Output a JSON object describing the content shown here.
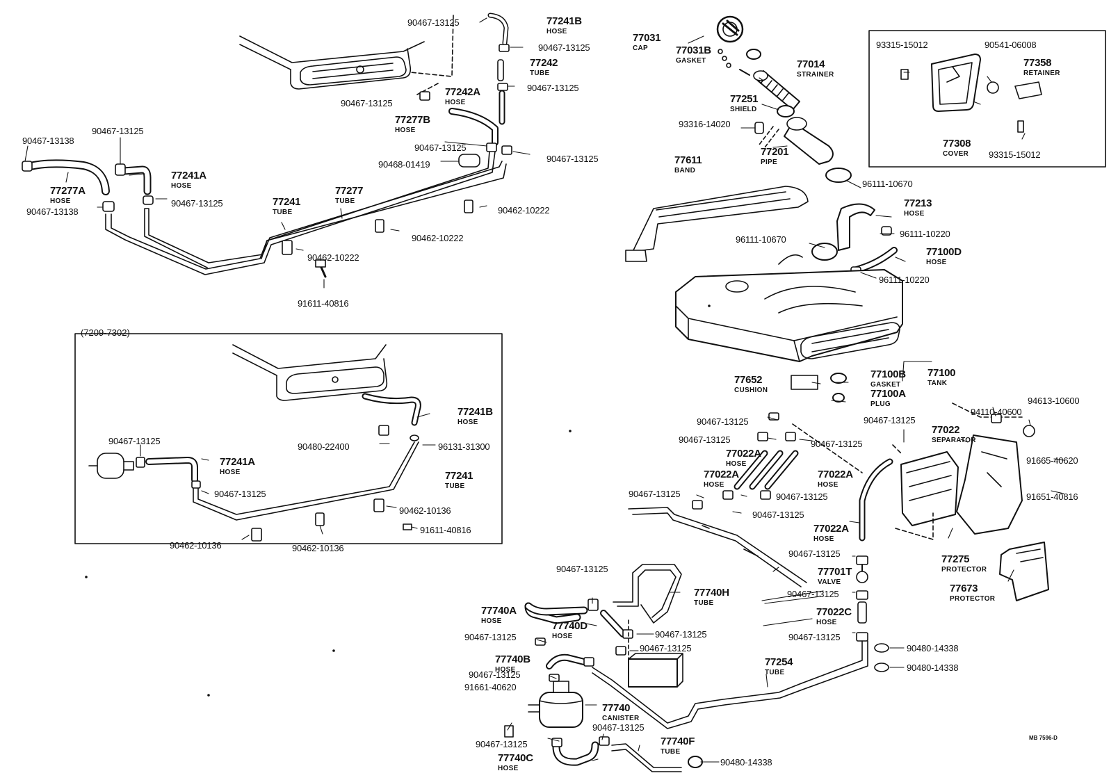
{
  "figure_code": "MB 7596-D",
  "inset_range_note": "(7209-7302)",
  "callouts": [
    {
      "code": "77241B",
      "name": "HOSE"
    },
    {
      "code": "77242",
      "name": "TUBE"
    },
    {
      "code": "77242A",
      "name": "HOSE"
    },
    {
      "code": "77277B",
      "name": "HOSE"
    },
    {
      "code": "77241A",
      "name": "HOSE"
    },
    {
      "code": "77277A",
      "name": "HOSE"
    },
    {
      "code": "77241",
      "name": "TUBE"
    },
    {
      "code": "77277",
      "name": "TUBE"
    },
    {
      "code": "77031",
      "name": "CAP"
    },
    {
      "code": "77031B",
      "name": "GASKET"
    },
    {
      "code": "77014",
      "name": "STRAINER"
    },
    {
      "code": "77251",
      "name": "SHIELD"
    },
    {
      "code": "77201",
      "name": "PIPE"
    },
    {
      "code": "77611",
      "name": "BAND"
    },
    {
      "code": "77213",
      "name": "HOSE"
    },
    {
      "code": "77100D",
      "name": "HOSE"
    },
    {
      "code": "77358",
      "name": "RETAINER"
    },
    {
      "code": "77308",
      "name": "COVER"
    },
    {
      "code": "77652",
      "name": "CUSHION"
    },
    {
      "code": "77100B",
      "name": "GASKET"
    },
    {
      "code": "77100",
      "name": "TANK"
    },
    {
      "code": "77100A",
      "name": "PLUG"
    },
    {
      "code": "77241B",
      "name": "HOSE"
    },
    {
      "code": "77241A",
      "name": "HOSE"
    },
    {
      "code": "77241",
      "name": "TUBE"
    },
    {
      "code": "77022",
      "name": "SEPARATOR"
    },
    {
      "code": "77022A",
      "name": "HOSE"
    },
    {
      "code": "77022A",
      "name": "HOSE"
    },
    {
      "code": "77022A",
      "name": "HOSE"
    },
    {
      "code": "77022A",
      "name": "HOSE"
    },
    {
      "code": "77701T",
      "name": "VALVE"
    },
    {
      "code": "77022C",
      "name": "HOSE"
    },
    {
      "code": "77275",
      "name": "PROTECTOR"
    },
    {
      "code": "77673",
      "name": "PROTECTOR"
    },
    {
      "code": "77740H",
      "name": "TUBE"
    },
    {
      "code": "77740A",
      "name": "HOSE"
    },
    {
      "code": "77740D",
      "name": "HOSE"
    },
    {
      "code": "77740B",
      "name": "HOSE"
    },
    {
      "code": "77740",
      "name": "CANISTER"
    },
    {
      "code": "77740F",
      "name": "TUBE"
    },
    {
      "code": "77740C",
      "name": "HOSE"
    },
    {
      "code": "77254",
      "name": "TUBE"
    }
  ],
  "part_numbers": [
    "90467-13125",
    "90467-13125",
    "90467-13125",
    "90467-13125",
    "90467-13138",
    "90467-13125",
    "90467-13138",
    "90467-13125",
    "90467-13125",
    "90467-13125",
    "90468-01419",
    "90462-10222",
    "90462-10222",
    "90462-10222",
    "91611-40816",
    "93316-14020",
    "96111-10670",
    "96111-10670",
    "96111-10220",
    "96111-10220",
    "93315-15012",
    "90541-06008",
    "93315-15012",
    "90467-13125",
    "90480-22400",
    "96131-31300",
    "90467-13125",
    "90462-10136",
    "91611-40816",
    "90462-10136",
    "90462-10136",
    "94110-40600",
    "94613-10600",
    "90467-13125",
    "90467-13125",
    "90467-13125",
    "90467-13125",
    "91665-40620",
    "91651-40816",
    "90467-13125",
    "90467-13125",
    "90467-13125",
    "90467-13125",
    "90467-13125",
    "90467-13125",
    "90467-13125",
    "90467-13125",
    "90467-13125",
    "90467-13125",
    "90467-13125",
    "91661-40620",
    "90467-13125",
    "90467-13125",
    "90480-14338",
    "90480-14338",
    "90480-14338"
  ]
}
